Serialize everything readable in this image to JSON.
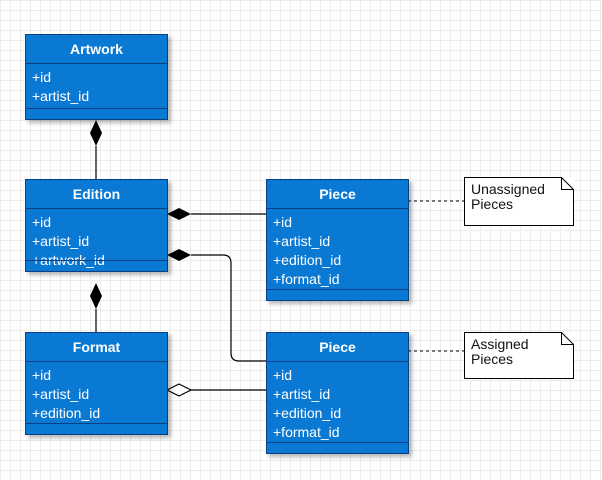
{
  "classes": {
    "artwork": {
      "title": "Artwork",
      "attrs": [
        "+id",
        "+artist_id"
      ]
    },
    "edition": {
      "title": "Edition",
      "attrs": [
        "+id",
        "+artist_id",
        "+artwork_id"
      ]
    },
    "format": {
      "title": "Format",
      "attrs": [
        "+id",
        "+artist_id",
        "+edition_id"
      ]
    },
    "piece_unassigned": {
      "title": "Piece",
      "attrs": [
        "+id",
        "+artist_id",
        "+edition_id",
        "+format_id"
      ]
    },
    "piece_assigned": {
      "title": "Piece",
      "attrs": [
        "+id",
        "+artist_id",
        "+edition_id",
        "+format_id"
      ]
    }
  },
  "notes": {
    "unassigned": {
      "line1": "Unassigned",
      "line2": "Pieces"
    },
    "assigned": {
      "line1": "Assigned",
      "line2": "Pieces"
    }
  },
  "colors": {
    "class_fill": "#0a79d3",
    "class_border": "#0b3f85",
    "edge": "#000000"
  }
}
